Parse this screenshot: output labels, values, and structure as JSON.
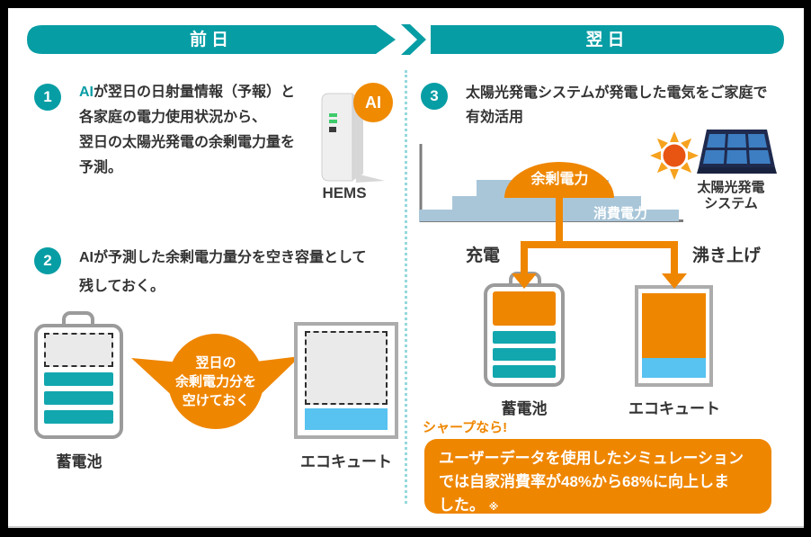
{
  "colors": {
    "teal": "#079da4",
    "orange": "#ef8600",
    "battery_teal": "#12a7ae",
    "water_blue": "#58c2f0",
    "consumption_blue": "#a9c6d9",
    "panel_navy": "#1f2a4e"
  },
  "header": {
    "prev_day": "前日",
    "next_day": "翌日"
  },
  "left": {
    "step1": {
      "num": "1",
      "highlight": "AI",
      "line1_rest": "が翌日の日射量情報（予報）と",
      "line2": "各家庭の電力使用状況から、",
      "line3": "翌日の太陽光発電の余剰電力量を",
      "line4": "予測。"
    },
    "hems": {
      "ai_badge": "AI",
      "label": "HEMS"
    },
    "step2": {
      "num": "2",
      "line1": "AIが予測した余剰電力量分を空き容量として",
      "line2": "残しておく。"
    },
    "battery_label": "蓄電池",
    "ecocute_label": "エコキュート",
    "bubble": {
      "line1": "翌日の",
      "line2": "余剰電力分を",
      "line3": "空けておく"
    }
  },
  "right": {
    "step3": {
      "num": "3",
      "line1": "太陽光発電システムが発電した電気をご家庭で",
      "line2": "有効活用"
    },
    "chart": {
      "surplus_label": "余剰電力",
      "consumption_label": "消費電力"
    },
    "solar_panel": {
      "label_line1": "太陽光発電",
      "label_line2": "システム"
    },
    "charge_label": "充電",
    "boil_label": "沸き上げ",
    "battery_label": "蓄電池",
    "ecocute_label": "エコキュート",
    "sharp_note": "シャープなら!",
    "result_box": {
      "line1": "ユーザーデータを使用したシミュレーション",
      "line2": "では自家消費率が48%から68%に向上しま",
      "line3": "した。",
      "note_mark": "※"
    }
  }
}
